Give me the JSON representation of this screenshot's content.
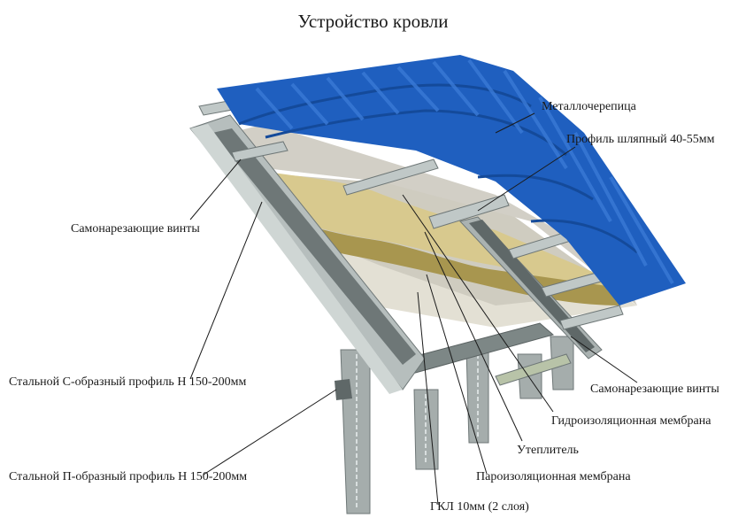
{
  "title": "Устройство кровли",
  "colors": {
    "roof_tile": "#1f5fbf",
    "roof_tile_dark": "#144a9a",
    "roof_tile_light": "#3a7ad6",
    "insulation": "#d8c98e",
    "insulation_dark": "#a8964f",
    "membrane": "#d9d6cc",
    "steel": "#a9b1b0",
    "steel_dark": "#6e7777",
    "steel_light": "#cfd6d4",
    "leader": "#1a1a1a"
  },
  "labels": {
    "metal_tile": "Металлочерепица",
    "hat_profile": "Профиль шляпный 40-55мм",
    "screws_left": "Самонарезающие винты",
    "c_profile": "Стальной С-образный профиль Н 150-200мм",
    "p_profile": "Стальной П-образный профиль Н 150-200мм",
    "screws_right": "Самонарезающие винты",
    "waterproof_membrane": "Гидроизоляционная мембрана",
    "insulation": "Утеплитель",
    "vapor_membrane": "Пароизоляционная мембрана",
    "gypsum_board": "ГКЛ 10мм (2 слоя)"
  }
}
